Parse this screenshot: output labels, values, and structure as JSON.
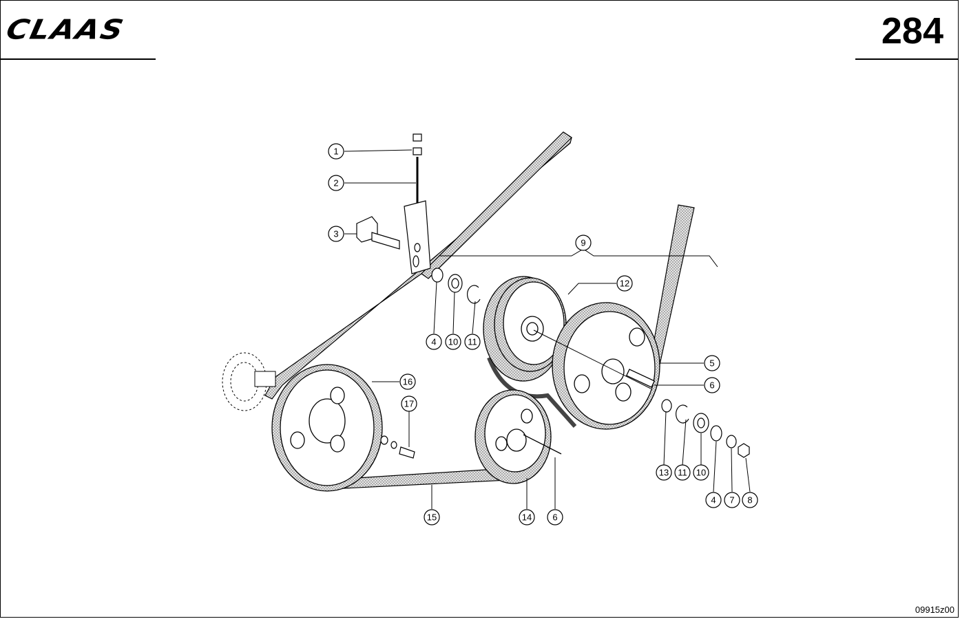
{
  "header": {
    "brand": "CLAAS",
    "page_number": "284"
  },
  "footer": {
    "drawing_code": "09915z00"
  },
  "callouts": [
    {
      "id": "c1",
      "label": "1"
    },
    {
      "id": "c2",
      "label": "2"
    },
    {
      "id": "c3",
      "label": "3"
    },
    {
      "id": "c4a",
      "label": "4"
    },
    {
      "id": "c10a",
      "label": "10"
    },
    {
      "id": "c11a",
      "label": "11"
    },
    {
      "id": "c9",
      "label": "9"
    },
    {
      "id": "c12",
      "label": "12"
    },
    {
      "id": "c5",
      "label": "5"
    },
    {
      "id": "c6a",
      "label": "6"
    },
    {
      "id": "c16",
      "label": "16"
    },
    {
      "id": "c17",
      "label": "17"
    },
    {
      "id": "c15",
      "label": "15"
    },
    {
      "id": "c14",
      "label": "14"
    },
    {
      "id": "c6b",
      "label": "6"
    },
    {
      "id": "c13",
      "label": "13"
    },
    {
      "id": "c11b",
      "label": "11"
    },
    {
      "id": "c10b",
      "label": "10"
    },
    {
      "id": "c4b",
      "label": "4"
    },
    {
      "id": "c7",
      "label": "7"
    },
    {
      "id": "c8",
      "label": "8"
    }
  ],
  "colors": {
    "ink": "#000000",
    "paper": "#ffffff",
    "belt_fill": "#d9d9d9"
  }
}
